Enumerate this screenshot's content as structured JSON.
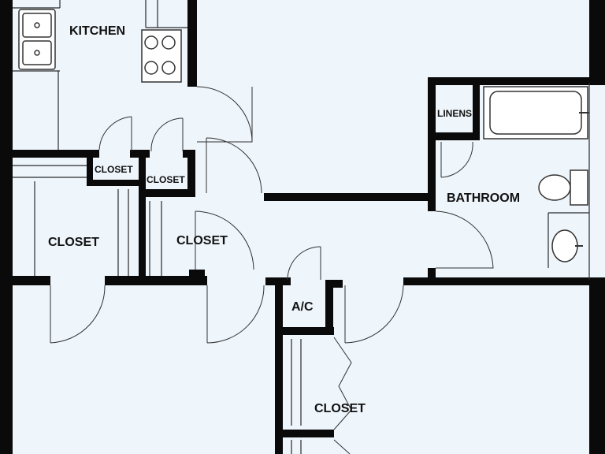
{
  "rooms": {
    "kitchen": "KITCHEN",
    "bathroom": "BATHROOM",
    "linens": "LINENS",
    "closet_small_left": "CLOSET",
    "closet_small_right": "CLOSET",
    "closet_left": "CLOSET",
    "closet_center": "CLOSET",
    "ac": "A/C",
    "closet_bottom": "CLOSET"
  },
  "colors": {
    "background": "#eef5fb",
    "walls": "#0a0a0a",
    "fixtures": "#ffffff"
  }
}
